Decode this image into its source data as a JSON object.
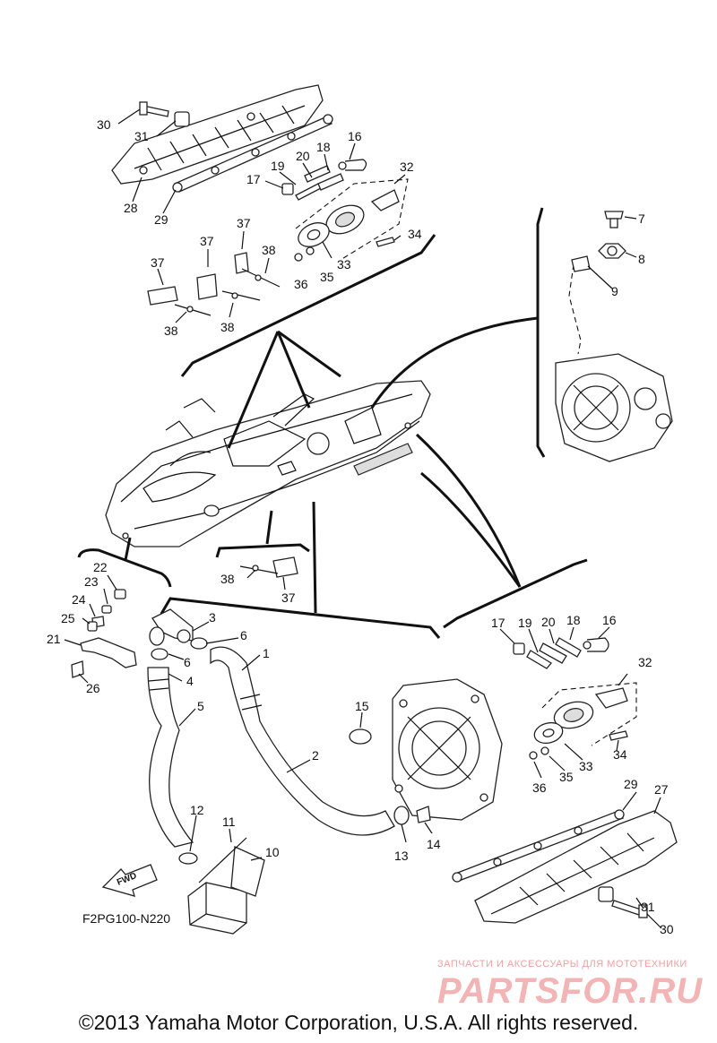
{
  "callouts": {
    "c1": "1",
    "c2": "2",
    "c3": "3",
    "c4": "4",
    "c5": "5",
    "c6a": "6",
    "c6b": "6",
    "c7": "7",
    "c8": "8",
    "c9": "9",
    "c10": "10",
    "c11": "11",
    "c12": "12",
    "c13": "13",
    "c14": "14",
    "c15": "15",
    "c16a": "16",
    "c16b": "16",
    "c17a": "17",
    "c17b": "17",
    "c18a": "18",
    "c18b": "18",
    "c19a": "19",
    "c19b": "19",
    "c20a": "20",
    "c20b": "20",
    "c21": "21",
    "c22": "22",
    "c23": "23",
    "c24": "24",
    "c25": "25",
    "c26": "26",
    "c27": "27",
    "c28": "28",
    "c29a": "29",
    "c29b": "29",
    "c30a": "30",
    "c30b": "30",
    "c31a": "31",
    "c31b": "31",
    "c32a": "32",
    "c32b": "32",
    "c33a": "33",
    "c33b": "33",
    "c34a": "34",
    "c34b": "34",
    "c35a": "35",
    "c35b": "35",
    "c36a": "36",
    "c36b": "36",
    "c37a": "37",
    "c37b": "37",
    "c37c": "37",
    "c37d": "37",
    "c38a": "38",
    "c38b": "38",
    "c38c": "38",
    "c38d": "38"
  },
  "fwd_label": "FWD",
  "figure_code": "F2PG100-N220",
  "watermark_top": "ЗАПЧАСТИ И АКСЕССУАРЫ ДЛЯ МОТОТЕХНИКИ",
  "watermark_logo": "PARTSFOR.RU",
  "copyright": "©2013 Yamaha Motor Corporation, U.S.A. All rights reserved."
}
